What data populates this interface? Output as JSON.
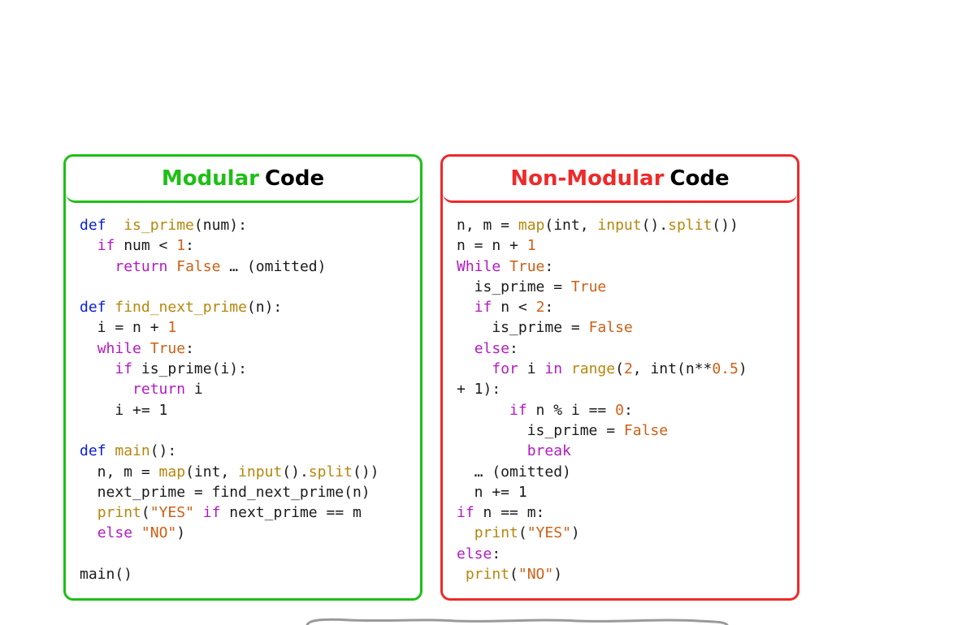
{
  "left_panel": {
    "title_highlight": "Modular",
    "title_rest": "Code",
    "lines": [
      [
        [
          "kw",
          "def"
        ],
        [
          "",
          "  "
        ],
        [
          "fn",
          "is_prime"
        ],
        [
          "",
          "(num):"
        ]
      ],
      [
        [
          "",
          "  "
        ],
        [
          "kp",
          "if"
        ],
        [
          "",
          " num < "
        ],
        [
          "lit",
          "1"
        ],
        [
          "",
          ":"
        ]
      ],
      [
        [
          "",
          "    "
        ],
        [
          "kp",
          "return"
        ],
        [
          "",
          " "
        ],
        [
          "lit",
          "False"
        ],
        [
          "",
          " … (omitted)"
        ]
      ],
      [
        [
          "",
          ""
        ]
      ],
      [
        [
          "kw",
          "def"
        ],
        [
          "",
          " "
        ],
        [
          "fn",
          "find_next_prime"
        ],
        [
          "",
          "(n):"
        ]
      ],
      [
        [
          "",
          "  i = n + "
        ],
        [
          "lit",
          "1"
        ]
      ],
      [
        [
          "",
          "  "
        ],
        [
          "kp",
          "while"
        ],
        [
          "",
          " "
        ],
        [
          "lit",
          "True"
        ],
        [
          "",
          ":"
        ]
      ],
      [
        [
          "",
          "    "
        ],
        [
          "kp",
          "if"
        ],
        [
          "",
          " is_prime(i):"
        ]
      ],
      [
        [
          "",
          "      "
        ],
        [
          "kp",
          "return"
        ],
        [
          "",
          " i"
        ]
      ],
      [
        [
          "",
          "    i += 1"
        ]
      ],
      [
        [
          "",
          ""
        ]
      ],
      [
        [
          "kw",
          "def"
        ],
        [
          "",
          " "
        ],
        [
          "fn",
          "main"
        ],
        [
          "",
          "():"
        ]
      ],
      [
        [
          "",
          "  n, m = "
        ],
        [
          "fn",
          "map"
        ],
        [
          "",
          "(int, "
        ],
        [
          "fn",
          "input"
        ],
        [
          "",
          "()."
        ],
        [
          "fn",
          "split"
        ],
        [
          "",
          "())"
        ]
      ],
      [
        [
          "",
          "  next_prime = find_next_prime(n)"
        ]
      ],
      [
        [
          "",
          "  "
        ],
        [
          "fn",
          "print"
        ],
        [
          "",
          "("
        ],
        [
          "lit",
          "\"YES\""
        ],
        [
          "",
          " "
        ],
        [
          "kp",
          "if"
        ],
        [
          "",
          " next_prime == m"
        ]
      ],
      [
        [
          "",
          "  "
        ],
        [
          "kp",
          "else"
        ],
        [
          "",
          " "
        ],
        [
          "lit",
          "\"NO\""
        ],
        [
          "",
          ")"
        ]
      ],
      [
        [
          "",
          ""
        ]
      ],
      [
        [
          "",
          "main()"
        ]
      ]
    ]
  },
  "right_panel": {
    "title_highlight": "Non-Modular",
    "title_rest": "Code",
    "lines": [
      [
        [
          "",
          "n, m = "
        ],
        [
          "fn",
          "map"
        ],
        [
          "",
          "(int, "
        ],
        [
          "fn",
          "input"
        ],
        [
          "",
          "()."
        ],
        [
          "fn",
          "split"
        ],
        [
          "",
          "())"
        ]
      ],
      [
        [
          "",
          "n = n + "
        ],
        [
          "lit",
          "1"
        ]
      ],
      [
        [
          "kp",
          "While"
        ],
        [
          "",
          " "
        ],
        [
          "lit",
          "True"
        ],
        [
          "",
          ":"
        ]
      ],
      [
        [
          "",
          "  is_prime = "
        ],
        [
          "lit",
          "True"
        ]
      ],
      [
        [
          "",
          "  "
        ],
        [
          "kp",
          "if"
        ],
        [
          "",
          " n < "
        ],
        [
          "lit",
          "2"
        ],
        [
          "",
          ":"
        ]
      ],
      [
        [
          "",
          "    is_prime = "
        ],
        [
          "lit",
          "False"
        ]
      ],
      [
        [
          "",
          "  "
        ],
        [
          "kp",
          "else"
        ],
        [
          "",
          ":"
        ]
      ],
      [
        [
          "",
          "    "
        ],
        [
          "kp",
          "for"
        ],
        [
          "",
          " i "
        ],
        [
          "kp",
          "in"
        ],
        [
          "",
          " "
        ],
        [
          "fn",
          "range"
        ],
        [
          "",
          "("
        ],
        [
          "lit",
          "2"
        ],
        [
          "",
          ", int(n**"
        ],
        [
          "lit",
          "0.5"
        ],
        [
          "",
          ")"
        ]
      ],
      [
        [
          "",
          "+ 1):"
        ]
      ],
      [
        [
          "",
          "      "
        ],
        [
          "kp",
          "if"
        ],
        [
          "",
          " n % i == "
        ],
        [
          "lit",
          "0"
        ],
        [
          "",
          ":"
        ]
      ],
      [
        [
          "",
          "        is_prime = "
        ],
        [
          "lit",
          "False"
        ]
      ],
      [
        [
          "",
          "        "
        ],
        [
          "kp",
          "break"
        ]
      ],
      [
        [
          "",
          "  … (omitted)"
        ]
      ],
      [
        [
          "",
          "  n += 1"
        ]
      ],
      [
        [
          "kp",
          "if"
        ],
        [
          "",
          " n == m:"
        ]
      ],
      [
        [
          "",
          "  "
        ],
        [
          "fn",
          "print"
        ],
        [
          "",
          "("
        ],
        [
          "lit",
          "\"YES\""
        ],
        [
          "",
          ")"
        ]
      ],
      [
        [
          "kp",
          "else"
        ],
        [
          "",
          ":"
        ]
      ],
      [
        [
          "",
          ""
        ],
        [
          "fn",
          " print"
        ],
        [
          "",
          "("
        ],
        [
          "lit",
          "\"NO\""
        ],
        [
          "",
          ")"
        ]
      ]
    ]
  }
}
